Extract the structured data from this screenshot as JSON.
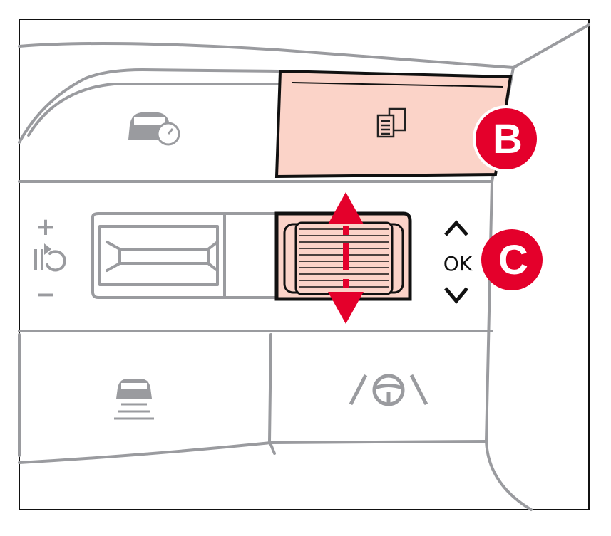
{
  "callouts": {
    "b": "B",
    "c": "C"
  },
  "labels": {
    "ok": "OK",
    "plus": "+",
    "minus": "−"
  },
  "colors": {
    "accent": "#e4002b",
    "highlight": "#fbd3c8",
    "line": "#9a9b9f"
  },
  "icons": [
    "driving-assist-speed-icon",
    "pages-icon",
    "volume-mute-icon",
    "lane-keeping-icon",
    "steering-assist-icon",
    "up-arrow-icon",
    "down-arrow-icon"
  ]
}
